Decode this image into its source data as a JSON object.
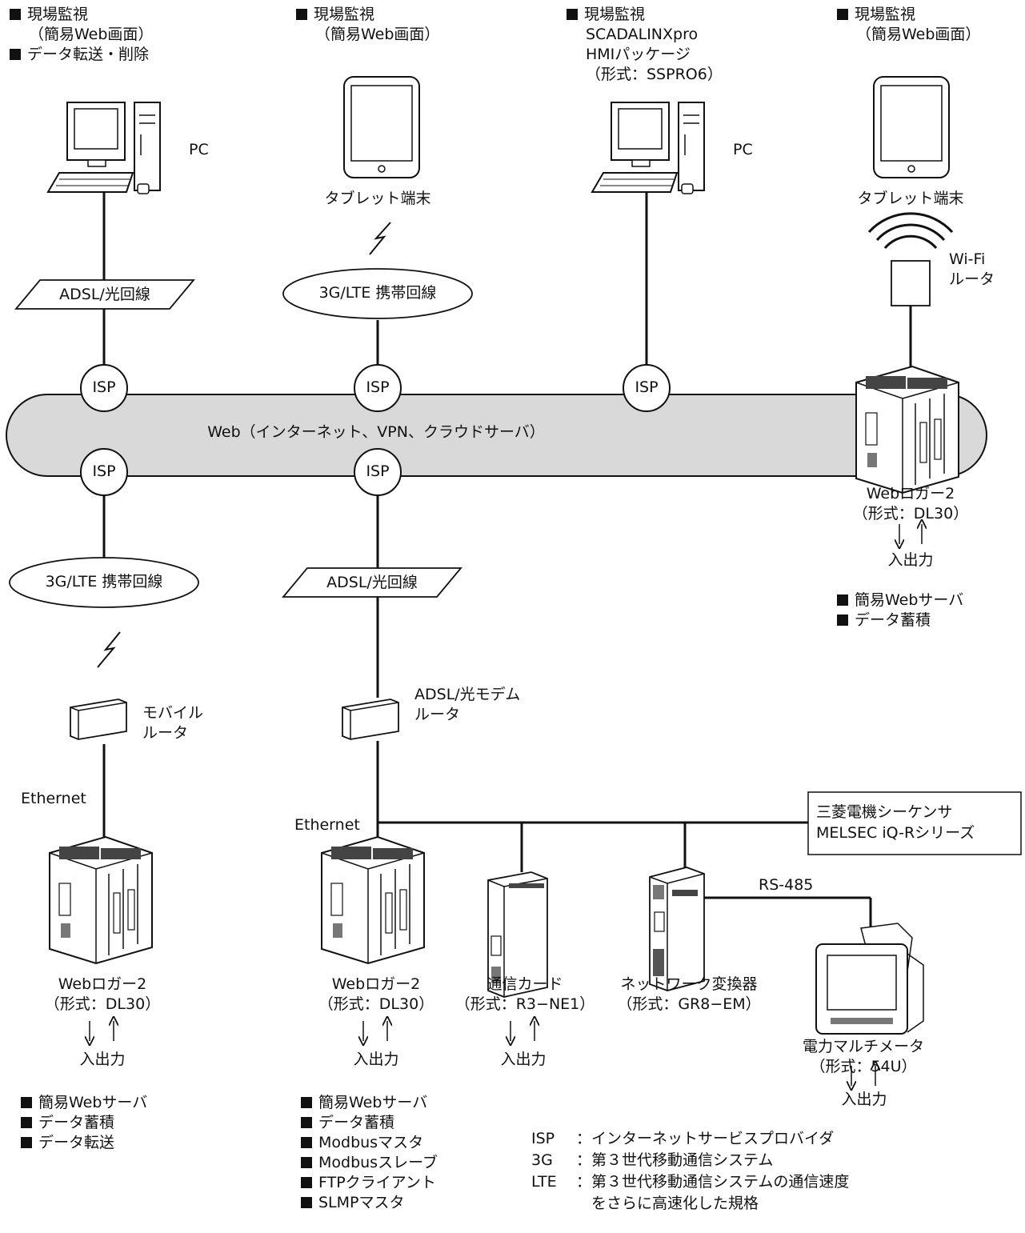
{
  "top_pc1": {
    "features": [
      "現場監視",
      "（簡易Web画面）",
      "データ転送・削除"
    ],
    "device_label": "PC",
    "line": "ADSL/光回線",
    "isp": "ISP"
  },
  "top_tablet1": {
    "features": [
      "現場監視",
      "（簡易Web画面）"
    ],
    "device_label": "タブレット端末",
    "line": "3G/LTE 携帯回線",
    "isp": "ISP"
  },
  "top_pc2": {
    "features": [
      "現場監視",
      "SCADALINXpro",
      "HMIパッケージ",
      "（形式：SSPRO6）"
    ],
    "device_label": "PC",
    "isp": "ISP"
  },
  "top_tablet2": {
    "features": [
      "現場監視",
      "（簡易Web画面）"
    ],
    "device_label": "タブレット端末",
    "router": "Wi-Fi",
    "router2": "ルータ",
    "logger_name": "Webロガー2",
    "logger_model": "（形式：DL30）",
    "io": "入出力",
    "functions": [
      "簡易Webサーバ",
      "データ蓄積"
    ]
  },
  "cloud": {
    "label": "Web（インターネット、VPN、クラウドサーバ）"
  },
  "bottom_left": {
    "isp": "ISP",
    "line": "3G/LTE 携帯回線",
    "router": "モバイル",
    "router2": "ルータ",
    "ethernet": "Ethernet",
    "logger_name": "Webロガー2",
    "logger_model": "（形式：DL30）",
    "io": "入出力",
    "functions": [
      "簡易Webサーバ",
      "データ蓄積",
      "データ転送"
    ]
  },
  "bottom_mid": {
    "isp": "ISP",
    "line": "ADSL/光回線",
    "router": "ADSL/光モデム",
    "router2": "ルータ",
    "ethernet": "Ethernet",
    "logger_name": "Webロガー2",
    "logger_model": "（形式：DL30）",
    "io": "入出力",
    "functions": [
      "簡易Webサーバ",
      "データ蓄積",
      "Modbusマスタ",
      "Modbusスレーブ",
      "FTPクライアント",
      "SLMPマスタ"
    ]
  },
  "comm_card": {
    "name": "通信カード",
    "model": "（形式：R3−NE1）",
    "io": "入出力"
  },
  "converter": {
    "name": "ネットワーク変換器",
    "model": "（形式：GR8−EM）",
    "bus": "RS-485"
  },
  "meter": {
    "name": "電力マルチメータ",
    "model": "（形式：54U）",
    "io": "入出力"
  },
  "plc": {
    "line1": "三菱電機シーケンサ",
    "line2": "MELSEC iQ-Rシリーズ"
  },
  "legend": [
    {
      "key": "ISP",
      "value": "：インターネットサービスプロバイダ"
    },
    {
      "key": "3G",
      "value": "：第３世代移動通信システム"
    },
    {
      "key": "LTE",
      "value": "：第３世代移動通信システムの通信速度"
    },
    {
      "key": "",
      "value": "　をさらに高速化した規格"
    }
  ]
}
